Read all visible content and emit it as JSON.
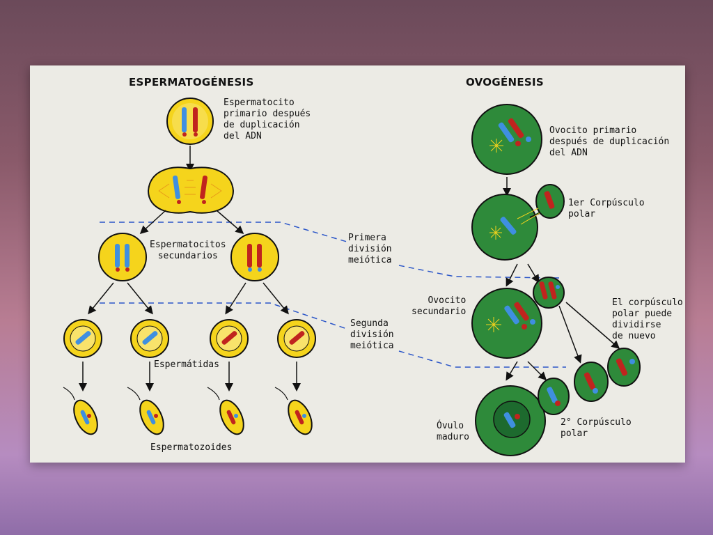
{
  "spermatogenesis": {
    "title": "ESPERMATOGÉNESIS",
    "primary_label": "Espermatocito\nprimario después\nde duplicación\ndel ADN",
    "secondary_label": "Espermatocitos\nsecundarios",
    "spermatids_label": "Espermátidas",
    "spermatozoa_label": "Espermatozoides"
  },
  "oogenesis": {
    "title": "OVOGÉNESIS",
    "primary_label": "Ovocito primario\ndespués de duplicación\ndel ADN",
    "first_polar_label": "1er Corpúsculo\npolar",
    "secondary_label": "Ovocito\nsecundario",
    "polar_divide_label": "El corpúsculo\npolar puede\ndividirse\nde nuevo",
    "mature_ovum_label": "Óvulo\nmaduro",
    "second_polar_label": "2° Corpúsculo\npolar"
  },
  "divisions": {
    "first": "Primera\ndivisión\nmeiótica",
    "second": "Segunda\ndivisión\nmeiótica"
  },
  "colors": {
    "sperm_cell": "#f5d41c",
    "egg_cell": "#2e8a3a",
    "chrom_blue": "#3f8fe0",
    "chrom_red": "#c0241e",
    "dashed": "#2a55c8"
  }
}
